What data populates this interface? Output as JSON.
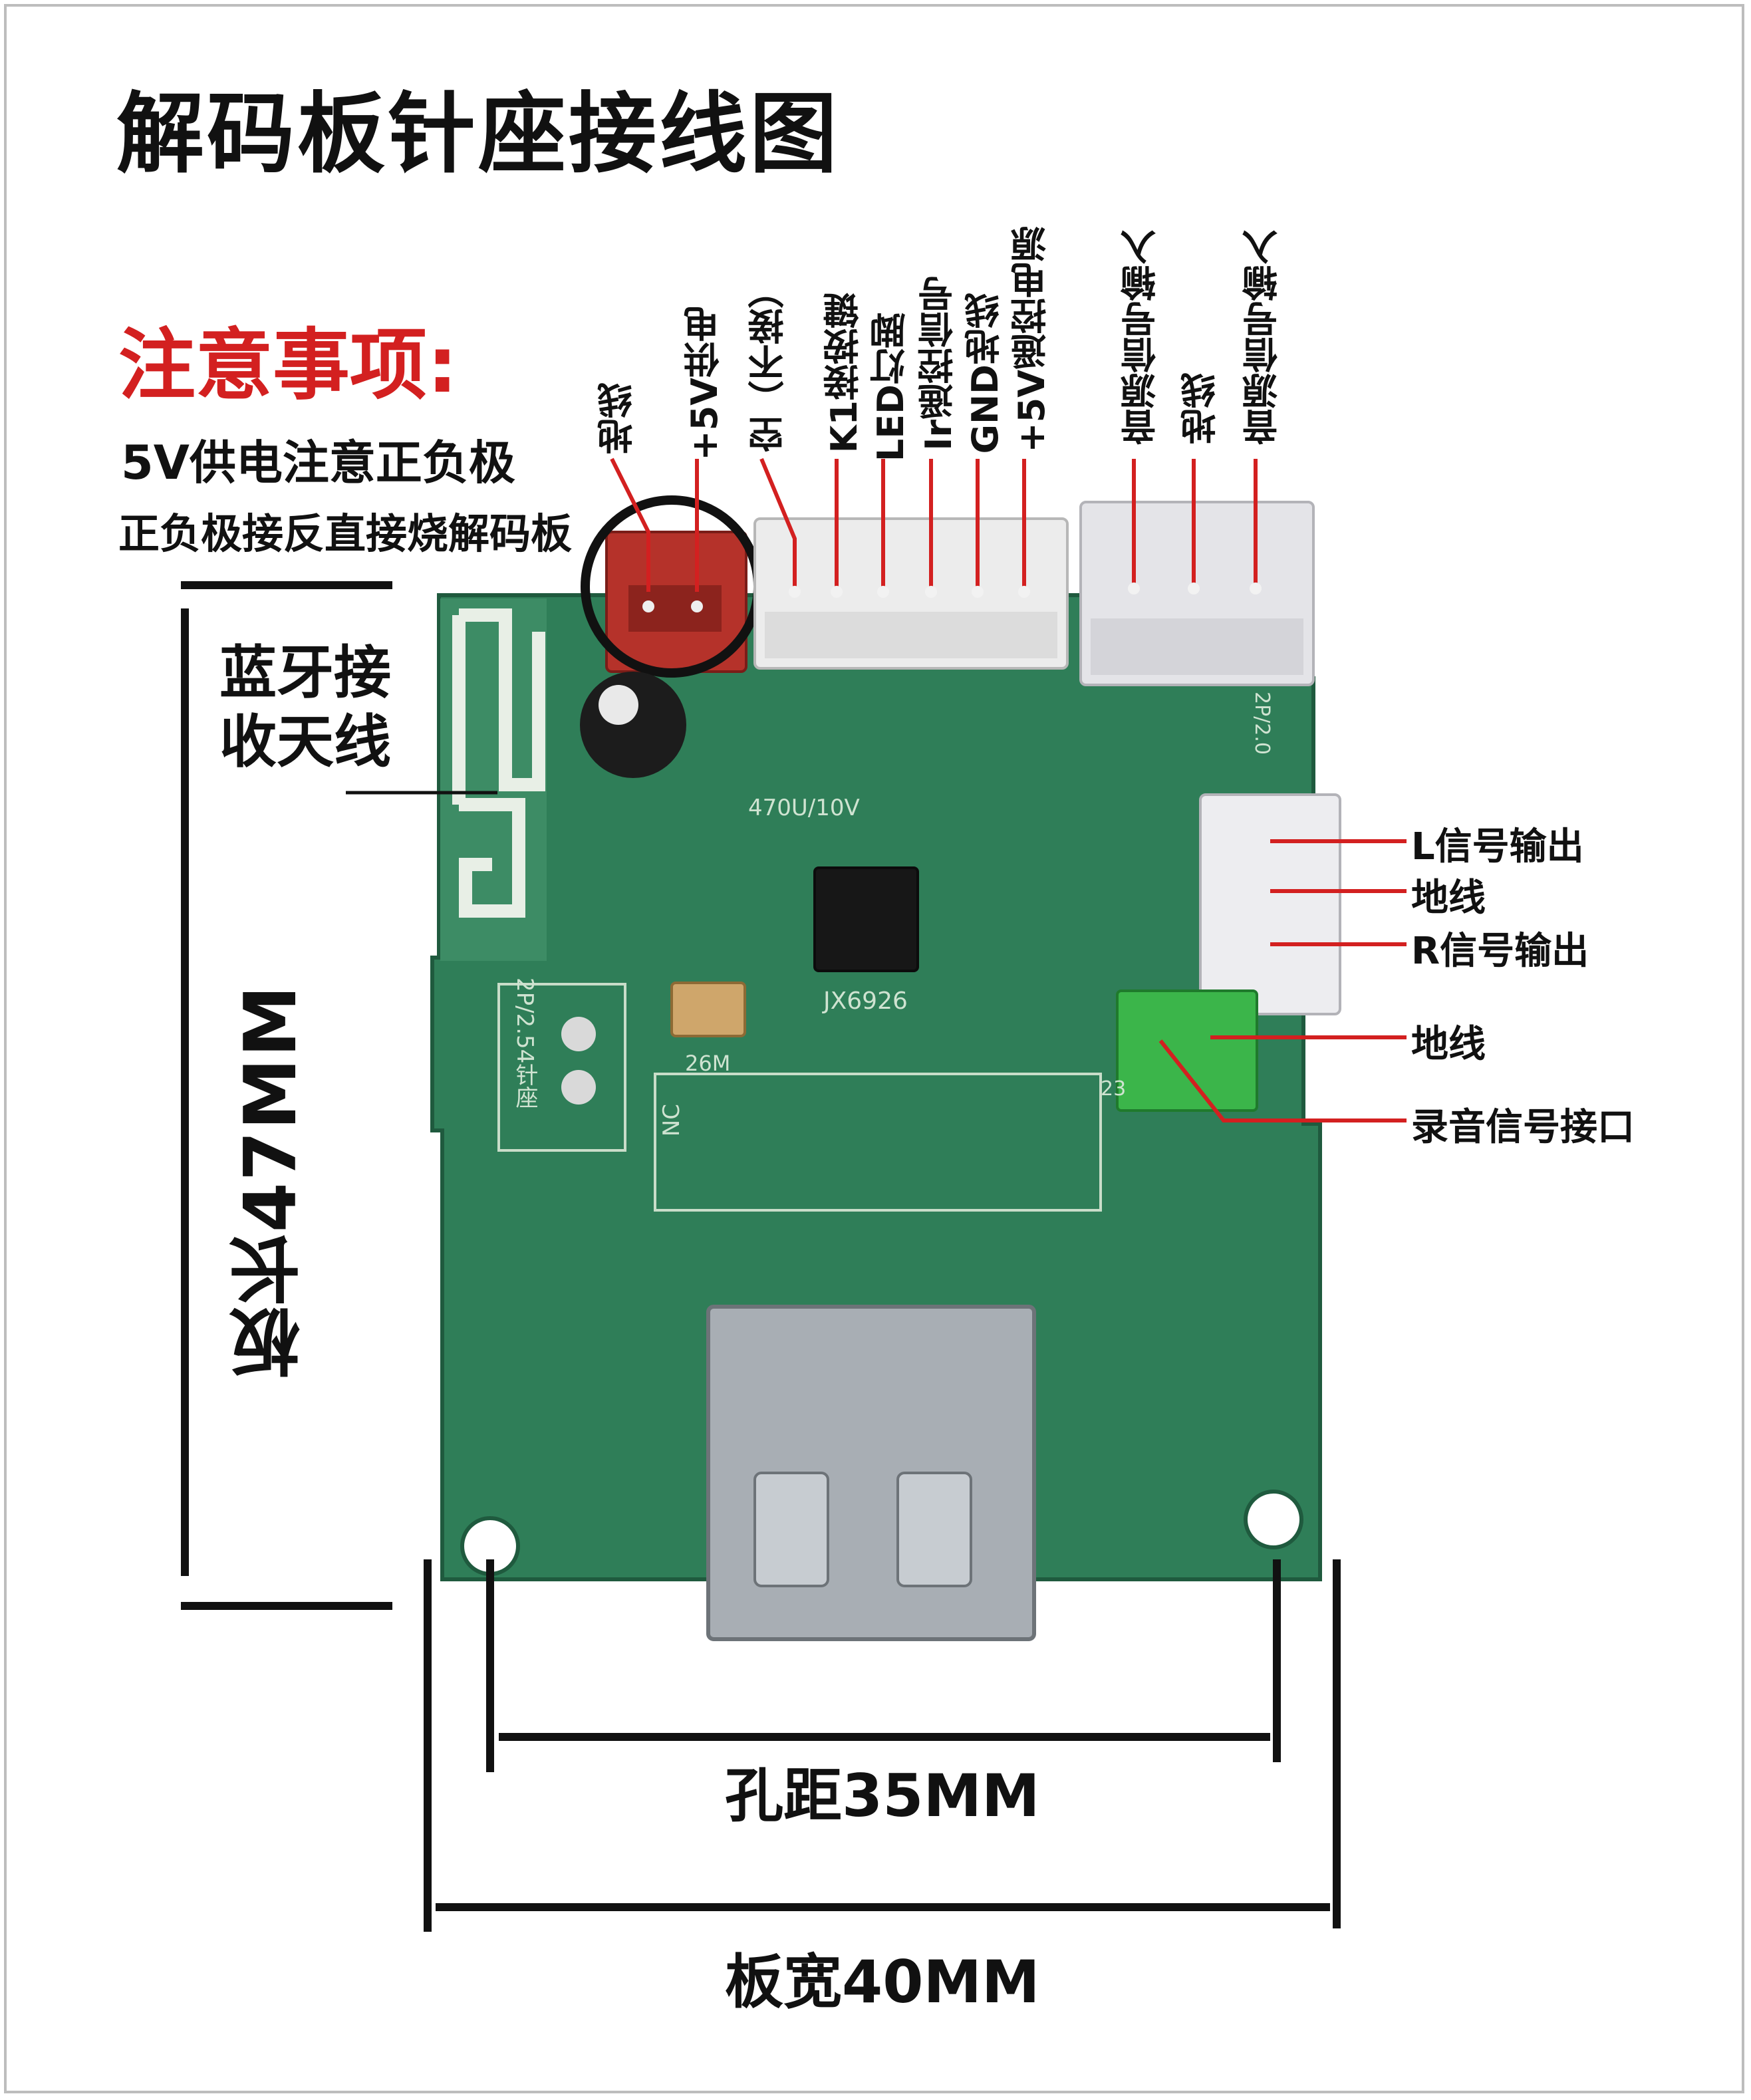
{
  "title": "解码板针座接线图",
  "notes": {
    "heading": "注意事项:",
    "line1": "5V供电注意正负极",
    "line2": "正负极接反直接烧解码板"
  },
  "antenna_label": [
    "蓝牙接",
    "收天线"
  ],
  "top_pins": [
    "地线",
    "+5V供电",
    "空（不接）",
    "K1接按键",
    "LED灯脚",
    "Ir遥控信号",
    "GND地线",
    "+5V遥控电源"
  ],
  "audio_input_pins": [
    "音源信号输入",
    "地线",
    "音源信号输入"
  ],
  "right_pins": [
    "L信号输出",
    "地线",
    "R信号输出",
    "地线",
    "录音信号接口"
  ],
  "board_markings": {
    "cap": "470U/10V",
    "chip": "JX6926",
    "crystal": "26M",
    "header_left": "2P/2.54针座",
    "header_right": "2P/2.0",
    "row_nc": "NC",
    "row_end": "23"
  },
  "dimensions": {
    "length": "板长47MM",
    "hole_pitch": "孔距35MM",
    "width": "板宽40MM"
  },
  "colors": {
    "accent_red": "#d32020",
    "pcb_green": "#2f7e58",
    "connector_red": "#b5322a",
    "connector_green": "#3bb54a"
  }
}
